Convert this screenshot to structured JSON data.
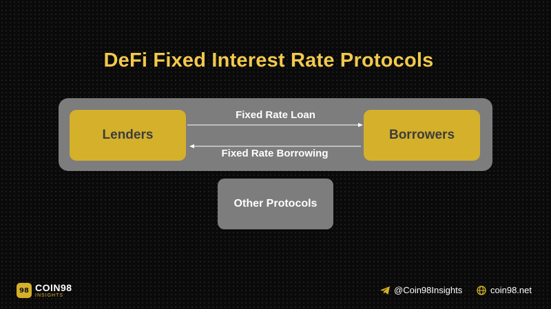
{
  "title": "DeFi Fixed Interest Rate Protocols",
  "nodes": {
    "lenders": "Lenders",
    "borrowers": "Borrowers",
    "other_protocols": "Other Protocols"
  },
  "edges": {
    "loan": "Fixed Rate Loan",
    "borrowing": "Fixed Rate Borrowing"
  },
  "footer": {
    "logo_mark": "98",
    "logo_name": "COIN98",
    "logo_sub": "INSIGHTS",
    "telegram_handle": "@Coin98Insights",
    "website": "coin98.net",
    "telegram_icon": "telegram-icon",
    "globe_icon": "globe-icon"
  },
  "colors": {
    "background": "#0a0a0a",
    "title": "#f2c94c",
    "node_fill": "#d4b02b",
    "panel_fill": "#7d7d7d"
  }
}
